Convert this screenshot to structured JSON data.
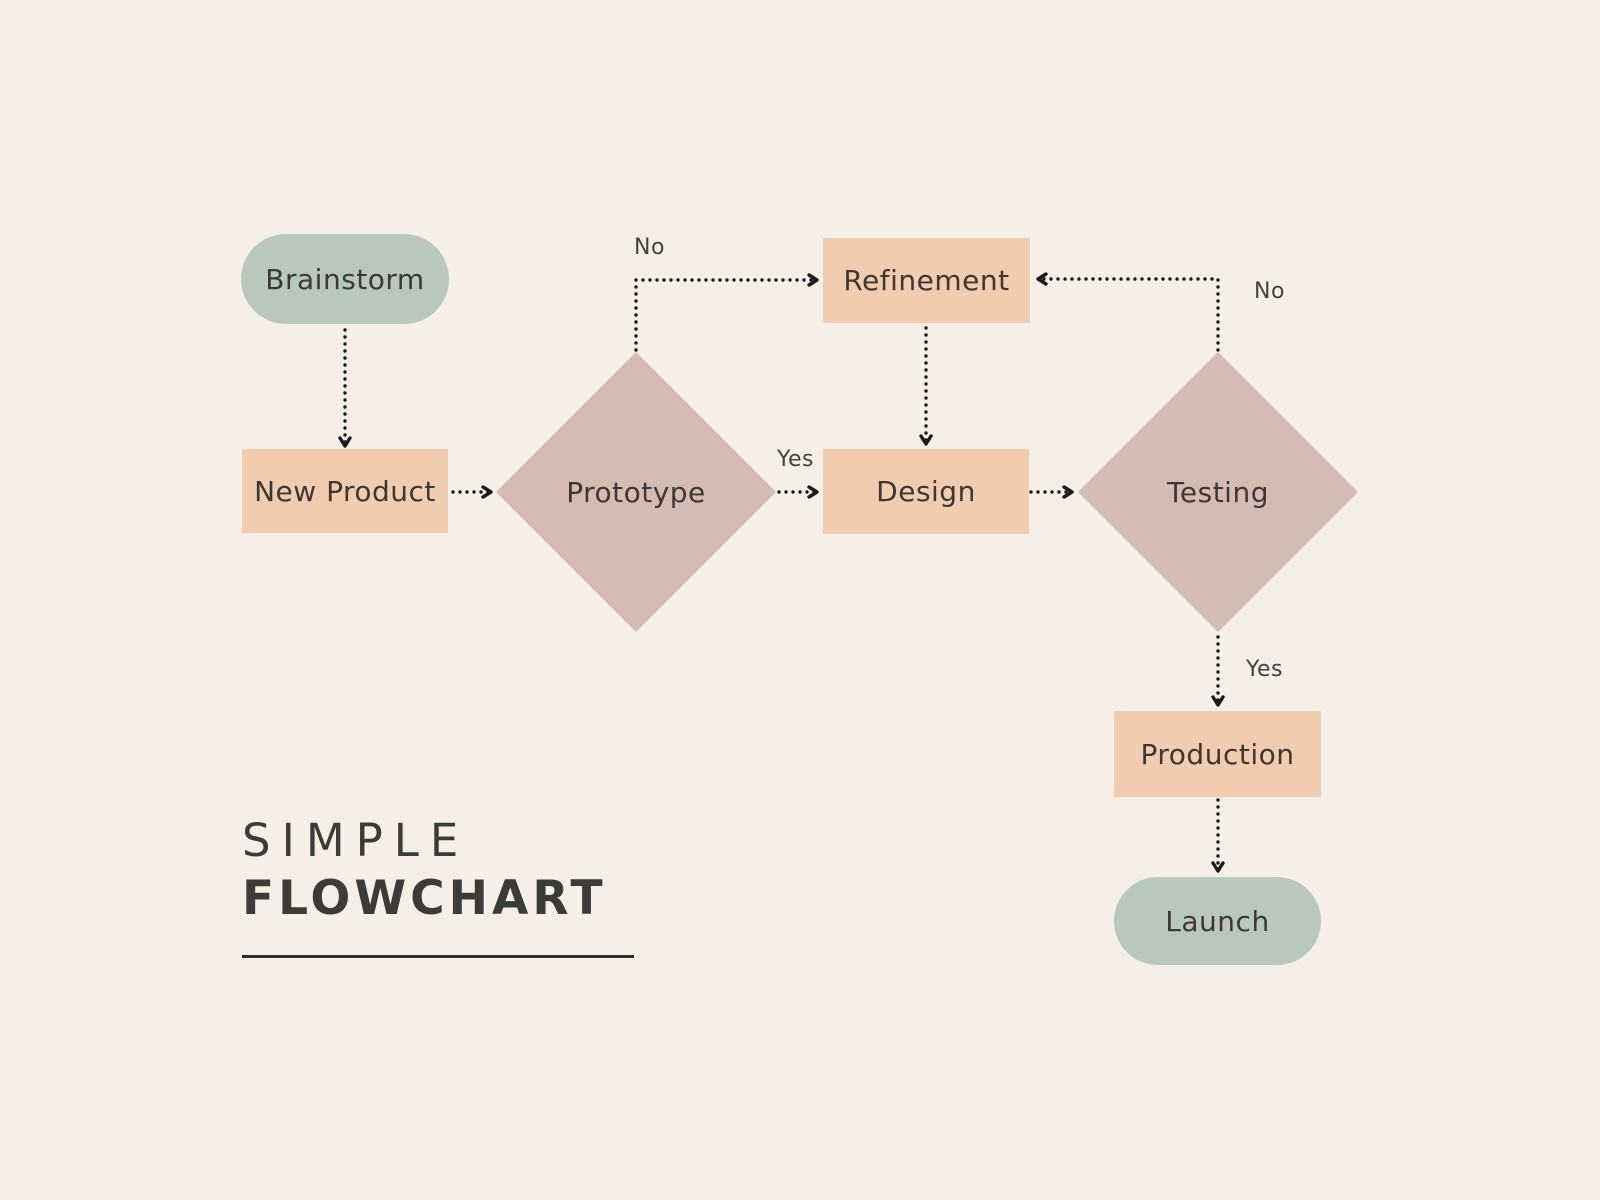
{
  "title": {
    "line1": "SIMPLE",
    "line2": "FLOWCHART"
  },
  "nodes": [
    {
      "id": "brainstorm",
      "label": "Brainstorm",
      "shape": "terminator"
    },
    {
      "id": "new-product",
      "label": "New Product",
      "shape": "process"
    },
    {
      "id": "prototype",
      "label": "Prototype",
      "shape": "decision"
    },
    {
      "id": "refinement",
      "label": "Refinement",
      "shape": "process"
    },
    {
      "id": "design",
      "label": "Design",
      "shape": "process"
    },
    {
      "id": "testing",
      "label": "Testing",
      "shape": "decision"
    },
    {
      "id": "production",
      "label": "Production",
      "shape": "process"
    },
    {
      "id": "launch",
      "label": "Launch",
      "shape": "terminator"
    }
  ],
  "edges": [
    {
      "from": "Brainstorm",
      "to": "New Product",
      "label": ""
    },
    {
      "from": "New Product",
      "to": "Prototype",
      "label": ""
    },
    {
      "from": "Prototype",
      "to": "Refinement",
      "label": "No"
    },
    {
      "from": "Prototype",
      "to": "Design",
      "label": "Yes"
    },
    {
      "from": "Refinement",
      "to": "Design",
      "label": ""
    },
    {
      "from": "Design",
      "to": "Testing",
      "label": ""
    },
    {
      "from": "Testing",
      "to": "Refinement",
      "label": "No"
    },
    {
      "from": "Testing",
      "to": "Production",
      "label": "Yes"
    },
    {
      "from": "Production",
      "to": "Launch",
      "label": ""
    }
  ],
  "colors": {
    "background": "#f5efe7",
    "terminator": "#b9c8bc",
    "process": "#f1ccae",
    "decision": "#d5bcb3",
    "arrow": "#1b1b1b",
    "node_text": "#3d3835",
    "title_text": "#3b3b38",
    "label_text": "#434340"
  }
}
